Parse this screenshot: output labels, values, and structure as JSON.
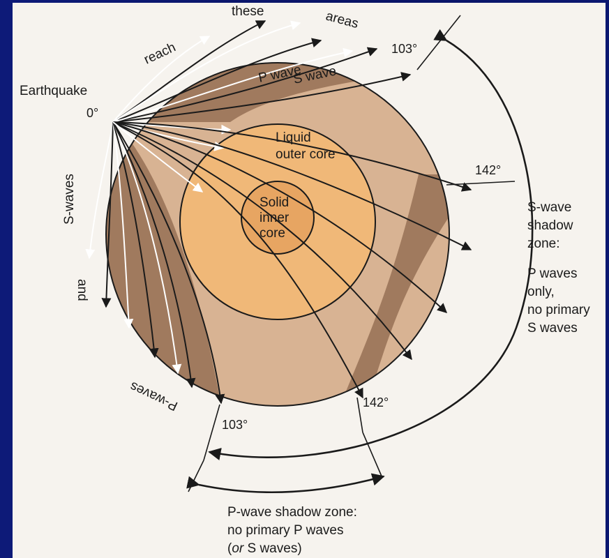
{
  "labels": {
    "earthquake": "Earthquake",
    "origin_degree": "0°",
    "word_reach": "reach",
    "word_these": "these",
    "word_areas": "areas",
    "p_wave": "P wave",
    "s_wave": "S wave",
    "liquid_outer_core_line1": "Liquid",
    "liquid_outer_core_line2": "outer core",
    "solid_inner_core_line1": "Solid",
    "solid_inner_core_line2": "inner",
    "solid_inner_core_line3": "core",
    "s_waves": "S-waves",
    "and": "and",
    "p_waves": "P-waves",
    "deg_103_top": "103°",
    "deg_142_right": "142°",
    "deg_103_bottom": "103°",
    "deg_142_bottom": "142°"
  },
  "s_shadow_zone": {
    "line1": "S-wave",
    "line2": "shadow",
    "line3": "zone:",
    "line4": "P waves",
    "line5": "only,",
    "line6": "no primary",
    "line7": "S waves"
  },
  "p_shadow_zone": {
    "line1": "P-wave shadow zone:",
    "line2": "no primary P waves",
    "line3_prefix": "(",
    "line3_italic": "or",
    "line3_suffix": " S waves)"
  },
  "colors": {
    "background_blue": "#0d1a78",
    "paper": "#f6f3ee",
    "mantle_dark": "#a07a5e",
    "mantle_light": "#d8b393",
    "outer_core": "#f0b878",
    "inner_core": "#e7a562",
    "ray_black": "#1a1a1a",
    "ray_white": "#ffffff"
  }
}
